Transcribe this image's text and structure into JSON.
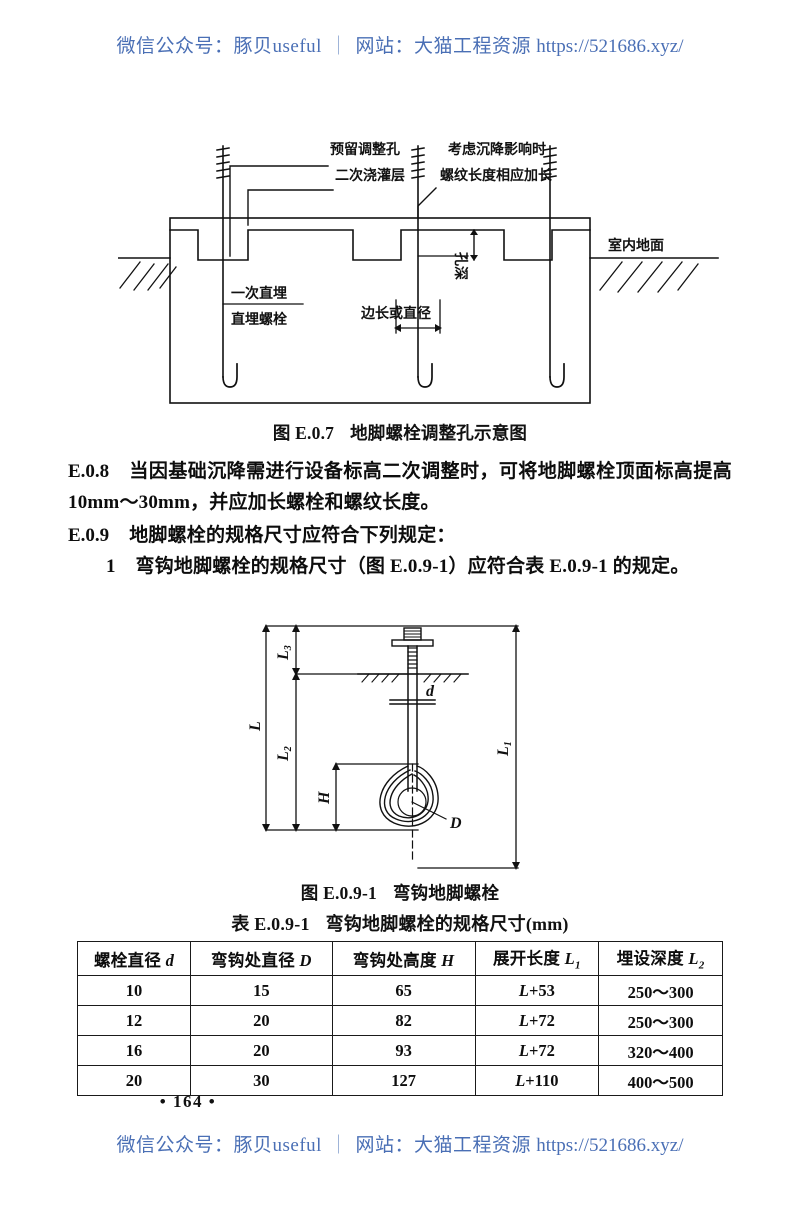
{
  "watermark": {
    "prefix": "微信公众号：豚贝useful",
    "separator": "｜",
    "site_label": "网站：大猫工程资源",
    "url": "https://521686.xyz/"
  },
  "page_number": "• 164 •",
  "figure_anchor_hole": {
    "name": "图 E.0.7 地脚螺栓调整孔示意图",
    "caption_number": "图 E.0.7",
    "caption_title": "地脚螺栓调整孔示意图",
    "labels": {
      "reserved_hole": "预留调整孔",
      "second_pour_layer": "二次浇灌层",
      "settlement_note_line1": "考虑沉降影响时",
      "settlement_note_line2": "螺纹长度相应加长",
      "hole_depth": "孔深",
      "indoor_floor": "室内地面",
      "direct_embed_line1": "一次直埋",
      "direct_embed_line2": "直埋螺栓",
      "side_or_diameter": "边长或直径"
    }
  },
  "body": {
    "e08": {
      "number": "E.0.8",
      "text": "当因基础沉降需进行设备标高二次调整时，可将地脚螺栓顶面标高提高 10mm～30mm，并应加长螺栓和螺纹长度。"
    },
    "e09": {
      "number": "E.0.9",
      "text": "地脚螺栓的规格尺寸应符合下列规定："
    },
    "item1": {
      "number": "1",
      "text": "弯钩地脚螺栓的规格尺寸（图 E.0.9-1）应符合表 E.0.9-1 的规定。"
    }
  },
  "figure_hook_bolt": {
    "caption_number": "图 E.0.9-1",
    "caption_title": "弯钩地脚螺栓",
    "labels": {
      "L": "L",
      "L1": "L1",
      "L2": "L2",
      "L3": "L3",
      "H": "H",
      "d": "d",
      "D": "D"
    }
  },
  "table": {
    "caption_number": "表 E.0.9-1",
    "caption_title": "弯钩地脚螺栓的规格尺寸(mm)",
    "columns": [
      {
        "cn": "螺栓直径",
        "sym": "d",
        "sub": ""
      },
      {
        "cn": "弯钩处直径",
        "sym": "D",
        "sub": ""
      },
      {
        "cn": "弯钩处高度",
        "sym": "H",
        "sub": ""
      },
      {
        "cn": "展开长度",
        "sym": "L",
        "sub": "1"
      },
      {
        "cn": "埋设深度",
        "sym": "L",
        "sub": "2"
      }
    ],
    "rows": [
      {
        "d": "10",
        "D": "15",
        "H": "65",
        "L1_prefix": "L",
        "L1_value": "+53",
        "L2": "250～300"
      },
      {
        "d": "12",
        "D": "20",
        "H": "82",
        "L1_prefix": "L",
        "L1_value": "+72",
        "L2": "250～300"
      },
      {
        "d": "16",
        "D": "20",
        "H": "93",
        "L1_prefix": "L",
        "L1_value": "+72",
        "L2": "320～400"
      },
      {
        "d": "20",
        "D": "30",
        "H": "127",
        "L1_prefix": "L",
        "L1_value": "+110",
        "L2": "400～500"
      }
    ]
  },
  "colors": {
    "watermark_blue": "#4a6fb5",
    "ink": "#111111",
    "paper": "#ffffff"
  }
}
